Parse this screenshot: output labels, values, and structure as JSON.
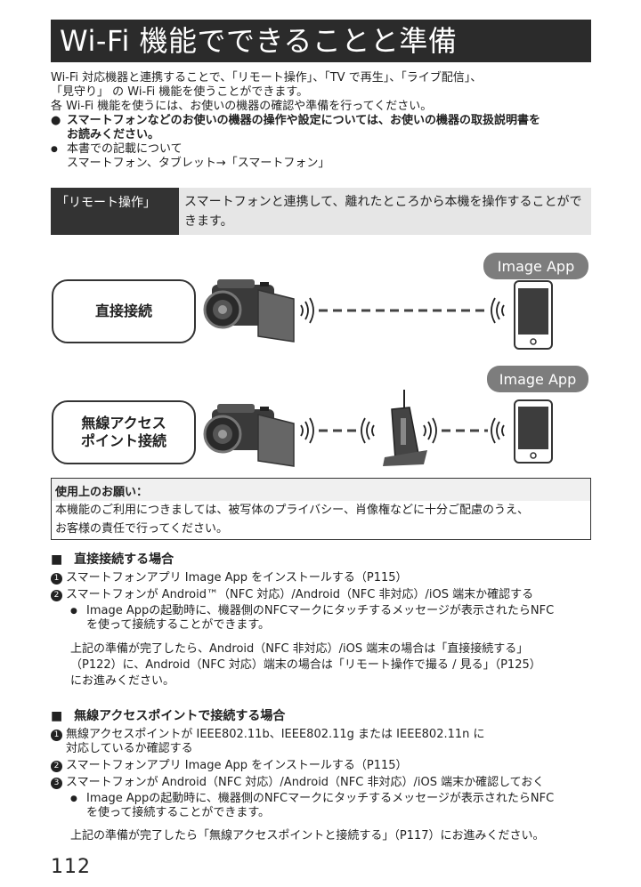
{
  "title": "Wi-Fi 機能でできることと準備",
  "intro": {
    "line1": "Wi-Fi 対応機器と連携することで、「リモート操作」、「TV で再生」、「ライブ配信」、",
    "line2": "「見守り」 の Wi-Fi 機能を使うことができます。",
    "line3": "各 Wi-Fi 機能を使うには、お使いの機器の確認や準備を行ってください。",
    "bullet1_marker": "●",
    "bullet1_line1": "スマートフォンなどのお使いの機器の操作や設定については、お使いの機器の取扱説明書を",
    "bullet1_line2": "お読みください。",
    "bullet2_marker": "●",
    "bullet2_line1": "本書での記載について",
    "bullet2_line2": "スマートフォン、タブレット→「スマートフォン」"
  },
  "remote": {
    "label": "「リモート操作」",
    "desc": "スマートフォンと連携して、離れたところから本機を操作することができます。"
  },
  "diagram": {
    "app_label_1": "Image App",
    "app_label_2": "Image App",
    "direct_label": "直接接続",
    "ap_label_line1": "無線アクセス",
    "ap_label_line2": "ポイント接続"
  },
  "notice": {
    "head": "使用上のお願い：",
    "line1": "本機能のご利用につきましては、被写体のプライバシー、肖像権などに十分ご配慮のうえ、",
    "line2": "お客様の責任で行ってください。"
  },
  "section1": {
    "marker": "■",
    "heading": "直接接続する場合",
    "step1_num": "1",
    "step1": "スマートフォンアプリ Image App をインストールする（P115）",
    "step2_num": "2",
    "step2": "スマートフォンが Android™（NFC 対応）/Android（NFC 非対応）/iOS 端末か確認する",
    "note_marker": "●",
    "note_line1": "Image Appの起動時に、機器側のNFCマークにタッチするメッセージが表示されたらNFC",
    "note_line2": "を使って接続することができます。",
    "after_line1": "上記の準備が完了したら、Android（NFC 非対応）/iOS 端末の場合は「直接接続する」",
    "after_line2": "（P122）に、Android（NFC 対応）端末の場合は「リモート操作で撮る / 見る」（P125）",
    "after_line3": "にお進みください。"
  },
  "section2": {
    "marker": "■",
    "heading": "無線アクセスポイントで接続する場合",
    "step1_num": "1",
    "step1_line1": "無線アクセスポイントが IEEE802.11b、IEEE802.11g または IEEE802.11n に",
    "step1_line2": "対応しているか確認する",
    "step2_num": "2",
    "step2": "スマートフォンアプリ Image App をインストールする（P115）",
    "step3_num": "3",
    "step3": "スマートフォンが Android（NFC 対応）/Android（NFC 非対応）/iOS 端末か確認しておく",
    "note_marker": "●",
    "note_line1": "Image Appの起動時に、機器側のNFCマークにタッチするメッセージが表示されたらNFC",
    "note_line2": "を使って接続することができます。",
    "after_line1": "上記の準備が完了したら「無線アクセスポイントと接続する」（P117）にお進みください。"
  },
  "page_number": "112"
}
